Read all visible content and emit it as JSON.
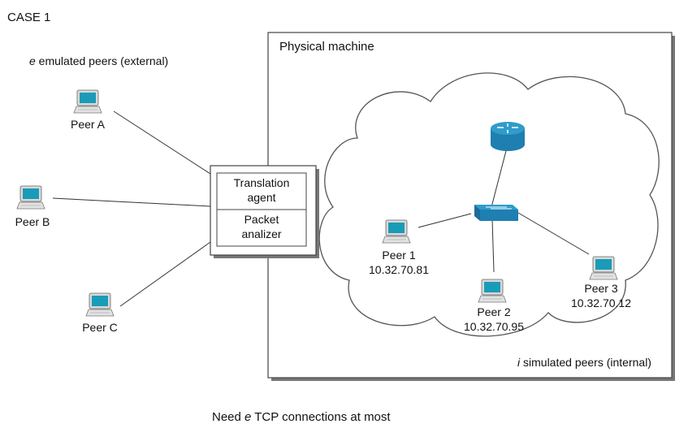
{
  "case_title": "CASE 1",
  "external_label": {
    "italic": "e",
    "rest": " emulated peers (external)"
  },
  "machine_label": "Physical machine",
  "agent_box": {
    "top": [
      "Translation",
      "agent"
    ],
    "bottom": [
      "Packet",
      "analizer"
    ]
  },
  "external_peers": [
    {
      "name": "Peer A"
    },
    {
      "name": "Peer B"
    },
    {
      "name": "Peer C"
    }
  ],
  "internal_peers": [
    {
      "name": "Peer 1",
      "ip": "10.32.70.81"
    },
    {
      "name": "Peer 2",
      "ip": "10.32.70.95"
    },
    {
      "name": "Peer 3",
      "ip": "10.32.70.12"
    }
  ],
  "internal_label": {
    "italic": "i",
    "rest": " simulated peers (internal)"
  },
  "footer": {
    "pre": "Need ",
    "italic": "e",
    "rest": " TCP connections at most"
  },
  "colors": {
    "computer_teal": "#1a9bb8",
    "router_blue": "#1f7fb0",
    "cloud_border": "#555555"
  },
  "icons": [
    "computer-icon",
    "router-icon",
    "switch-icon"
  ]
}
